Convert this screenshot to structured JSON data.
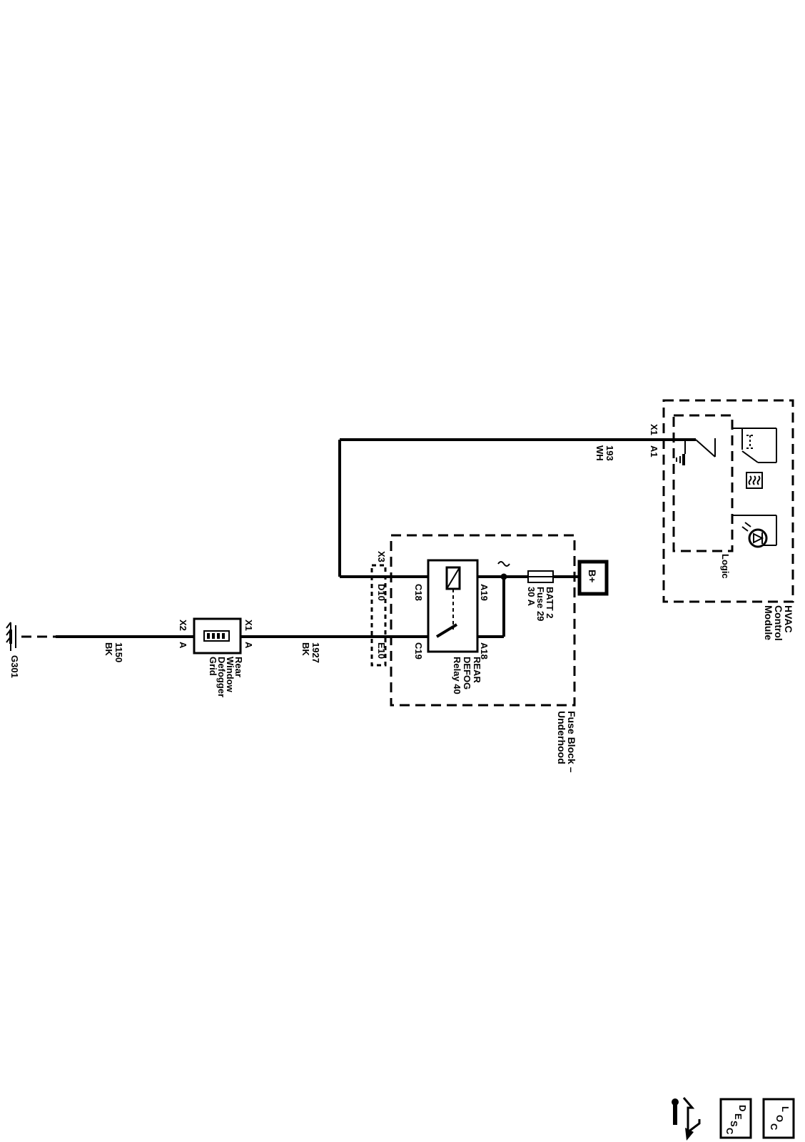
{
  "ground": {
    "label": "G301"
  },
  "wires": {
    "ground_wire": {
      "circuit": "1150",
      "color": "BK"
    },
    "grid_wire": {
      "circuit": "1927",
      "color": "BK"
    },
    "hvac_wire": {
      "circuit": "193",
      "color": "WH"
    }
  },
  "grid": {
    "name_line1": "Rear",
    "name_line2": "Window",
    "name_line3": "Defogger",
    "name_line4": "Grid",
    "conn_left": "X2",
    "pin_left": "A",
    "conn_right": "X1",
    "pin_right": "A"
  },
  "fuse_block": {
    "name_line1": "Fuse Block –",
    "name_line2": "Underhood",
    "connector": "X3",
    "pin_top": "D10",
    "pin_bottom": "E10"
  },
  "relay": {
    "name_line1": "REAR",
    "name_line2": "DEFOG",
    "name_line3": "Relay 40",
    "pin_c18": "C18",
    "pin_c19": "C19",
    "pin_a19": "A19",
    "pin_a18": "A18"
  },
  "fuse": {
    "name_line1": "BATT 2",
    "name_line2": "Fuse 29",
    "name_line3": "30 A"
  },
  "battery": {
    "label": "B+"
  },
  "hvac": {
    "name_line1": "HVAC",
    "name_line2": "Control",
    "name_line3": "Module",
    "logic_label": "Logic",
    "connector": "X1",
    "pin": "A1"
  },
  "nav_icons": {
    "desc_letters": [
      "D",
      "E",
      "S",
      "C"
    ],
    "loc_letters": [
      "L",
      "O",
      "C"
    ]
  }
}
